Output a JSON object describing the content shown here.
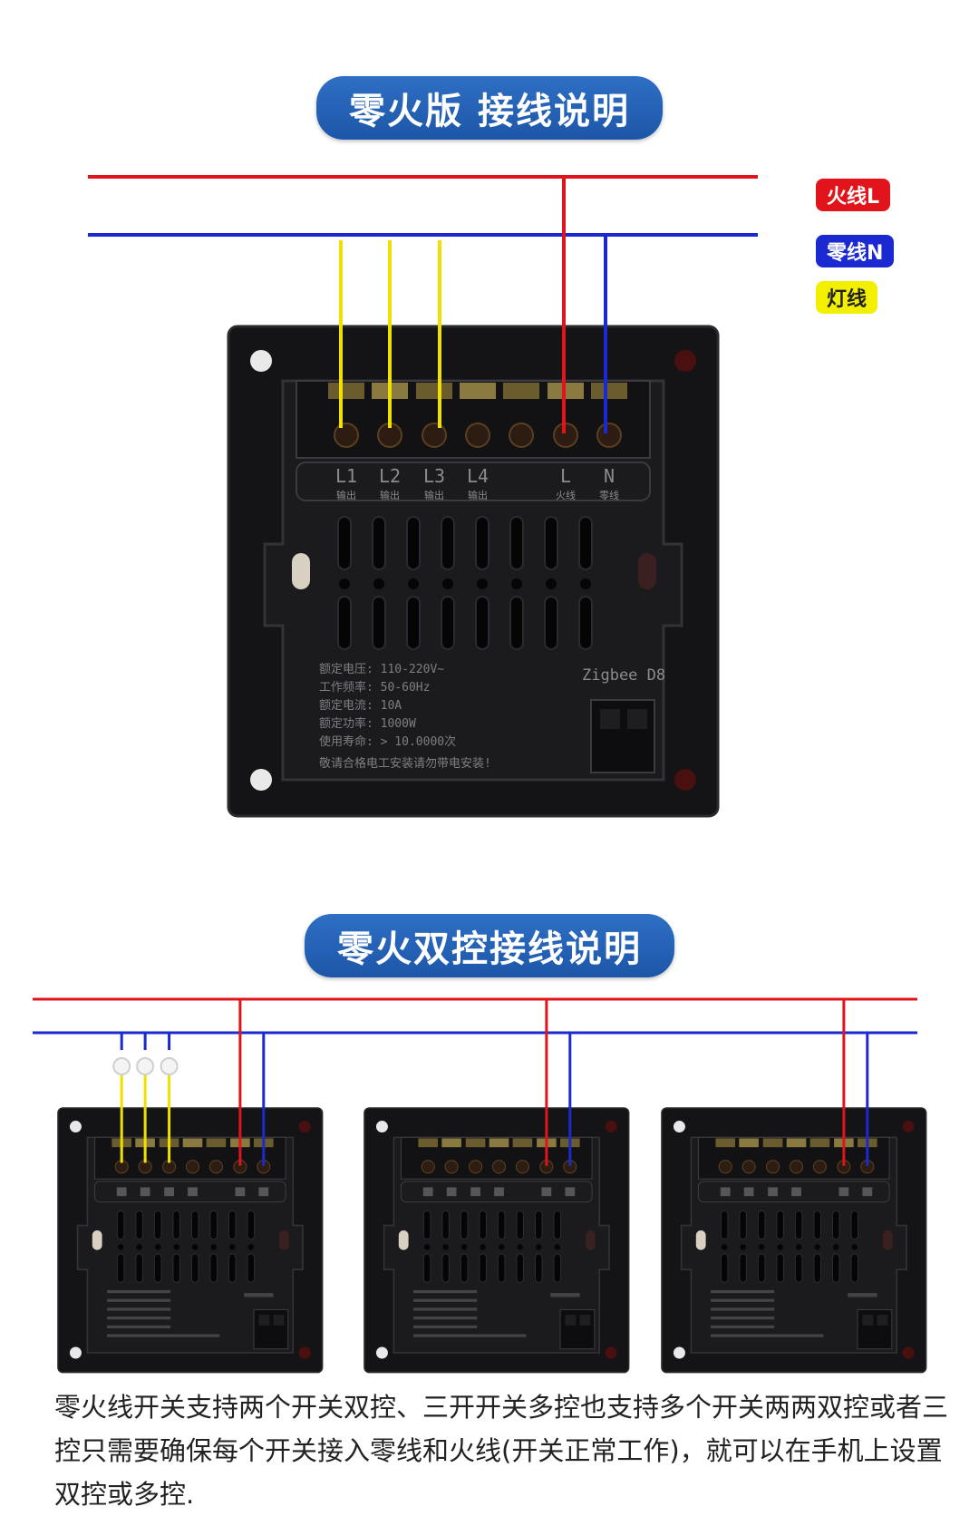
{
  "sections": {
    "single": {
      "title": "零火版 接线说明"
    },
    "dual": {
      "title": "零火双控接线说明"
    }
  },
  "legend": {
    "live": "火线L",
    "neutral": "零线N",
    "lamp": "灯线"
  },
  "colors": {
    "live": "#e0141a",
    "neutral": "#1a2ad0",
    "lamp": "#f0e000",
    "banner": "#1f5bb0",
    "device": "#141416"
  },
  "device": {
    "terminals": [
      {
        "label": "L1",
        "sub": "输出"
      },
      {
        "label": "L2",
        "sub": "输出"
      },
      {
        "label": "L3",
        "sub": "输出"
      },
      {
        "label": "L4",
        "sub": "输出"
      },
      {
        "label": "L",
        "sub": "火线"
      },
      {
        "label": "N",
        "sub": "零线"
      }
    ],
    "model": "Zigbee D8",
    "specs": [
      "额定电压: 110-220V~",
      "工作频率: 50-60Hz",
      "额定电流: 10A",
      "额定功率: 1000W",
      "使用寿命: > 10.0000次"
    ],
    "warning": "敬请合格电工安装请勿带电安装!"
  },
  "description": "零火线开关支持两个开关双控、三开开关多控也支持多个开关两两双控或者三控只需要确保每个开关接入零线和火线(开关正常工作)，就可以在手机上设置双控或多控."
}
